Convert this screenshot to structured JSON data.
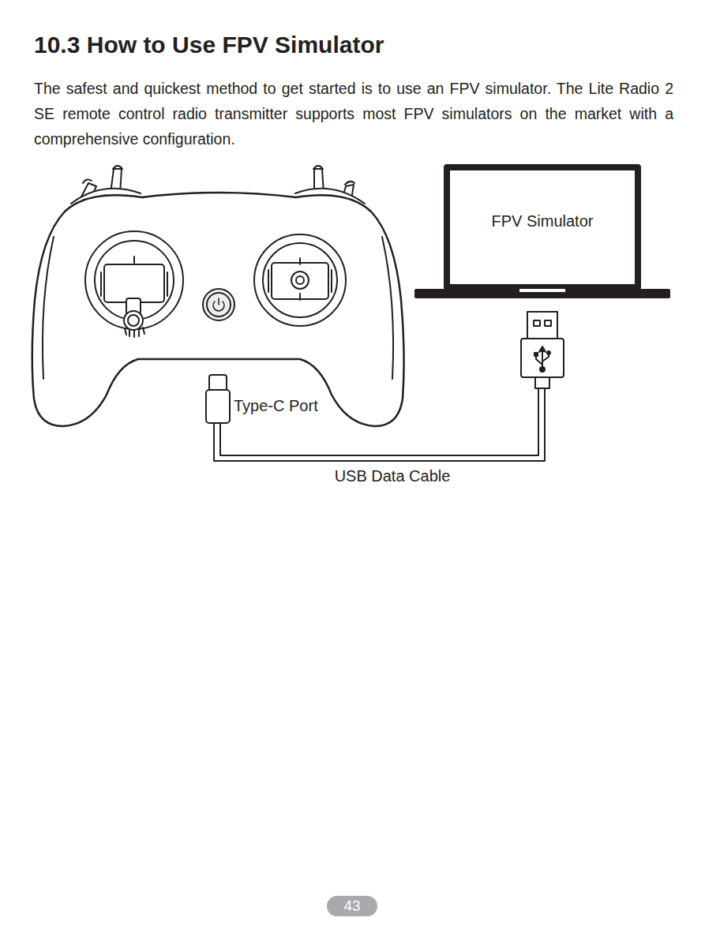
{
  "diagram": {
    "title": "10.3 How to Use FPV Simulator",
    "nodes": [
      {
        "text": [
          "FPV Simulator"
        ]
      },
      {
        "text": [
          "43"
        ]
      }
    ],
    "labels": [
      "The safest and quickest method to get started is to use an FPV simulator. The Lite Radio 2 SE remote control radio transmitter supports most FPV simulators on the market with a comprehensive configuration.",
      "Type-C Port",
      "USB Data Cable"
    ]
  }
}
